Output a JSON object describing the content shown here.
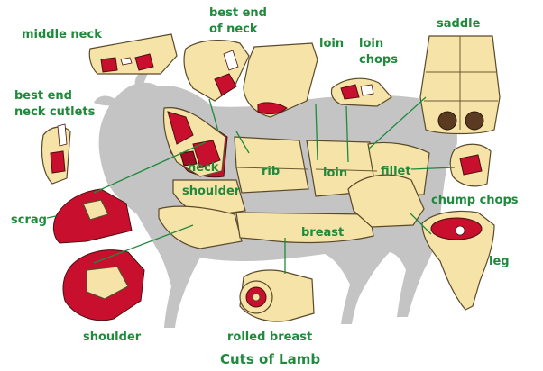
{
  "title": "Cuts of Lamb",
  "labels": {
    "middle_neck": "middle neck",
    "best_end_of_neck_1": "best end",
    "best_end_of_neck_2": "of neck",
    "loin_top": "loin",
    "loin_chops_1": "loin",
    "loin_chops_2": "chops",
    "saddle": "saddle",
    "best_end_neck_cutlets_1": "best end",
    "best_end_neck_cutlets_2": "neck cutlets",
    "neck": "neck",
    "rib": "rib",
    "loin_body": "loin",
    "fillet": "fillet",
    "chump_chops": "chump chops",
    "shoulder_body": "shoulder",
    "breast": "breast",
    "scrag": "scrag",
    "leg": "leg",
    "shoulder_bottom": "shoulder",
    "rolled_breast": "rolled breast"
  },
  "colors": {
    "label": "#1f8a3c",
    "silhouette": "#c4c4c4",
    "fat": "#f6e3a8",
    "meat": "#c8102e"
  }
}
